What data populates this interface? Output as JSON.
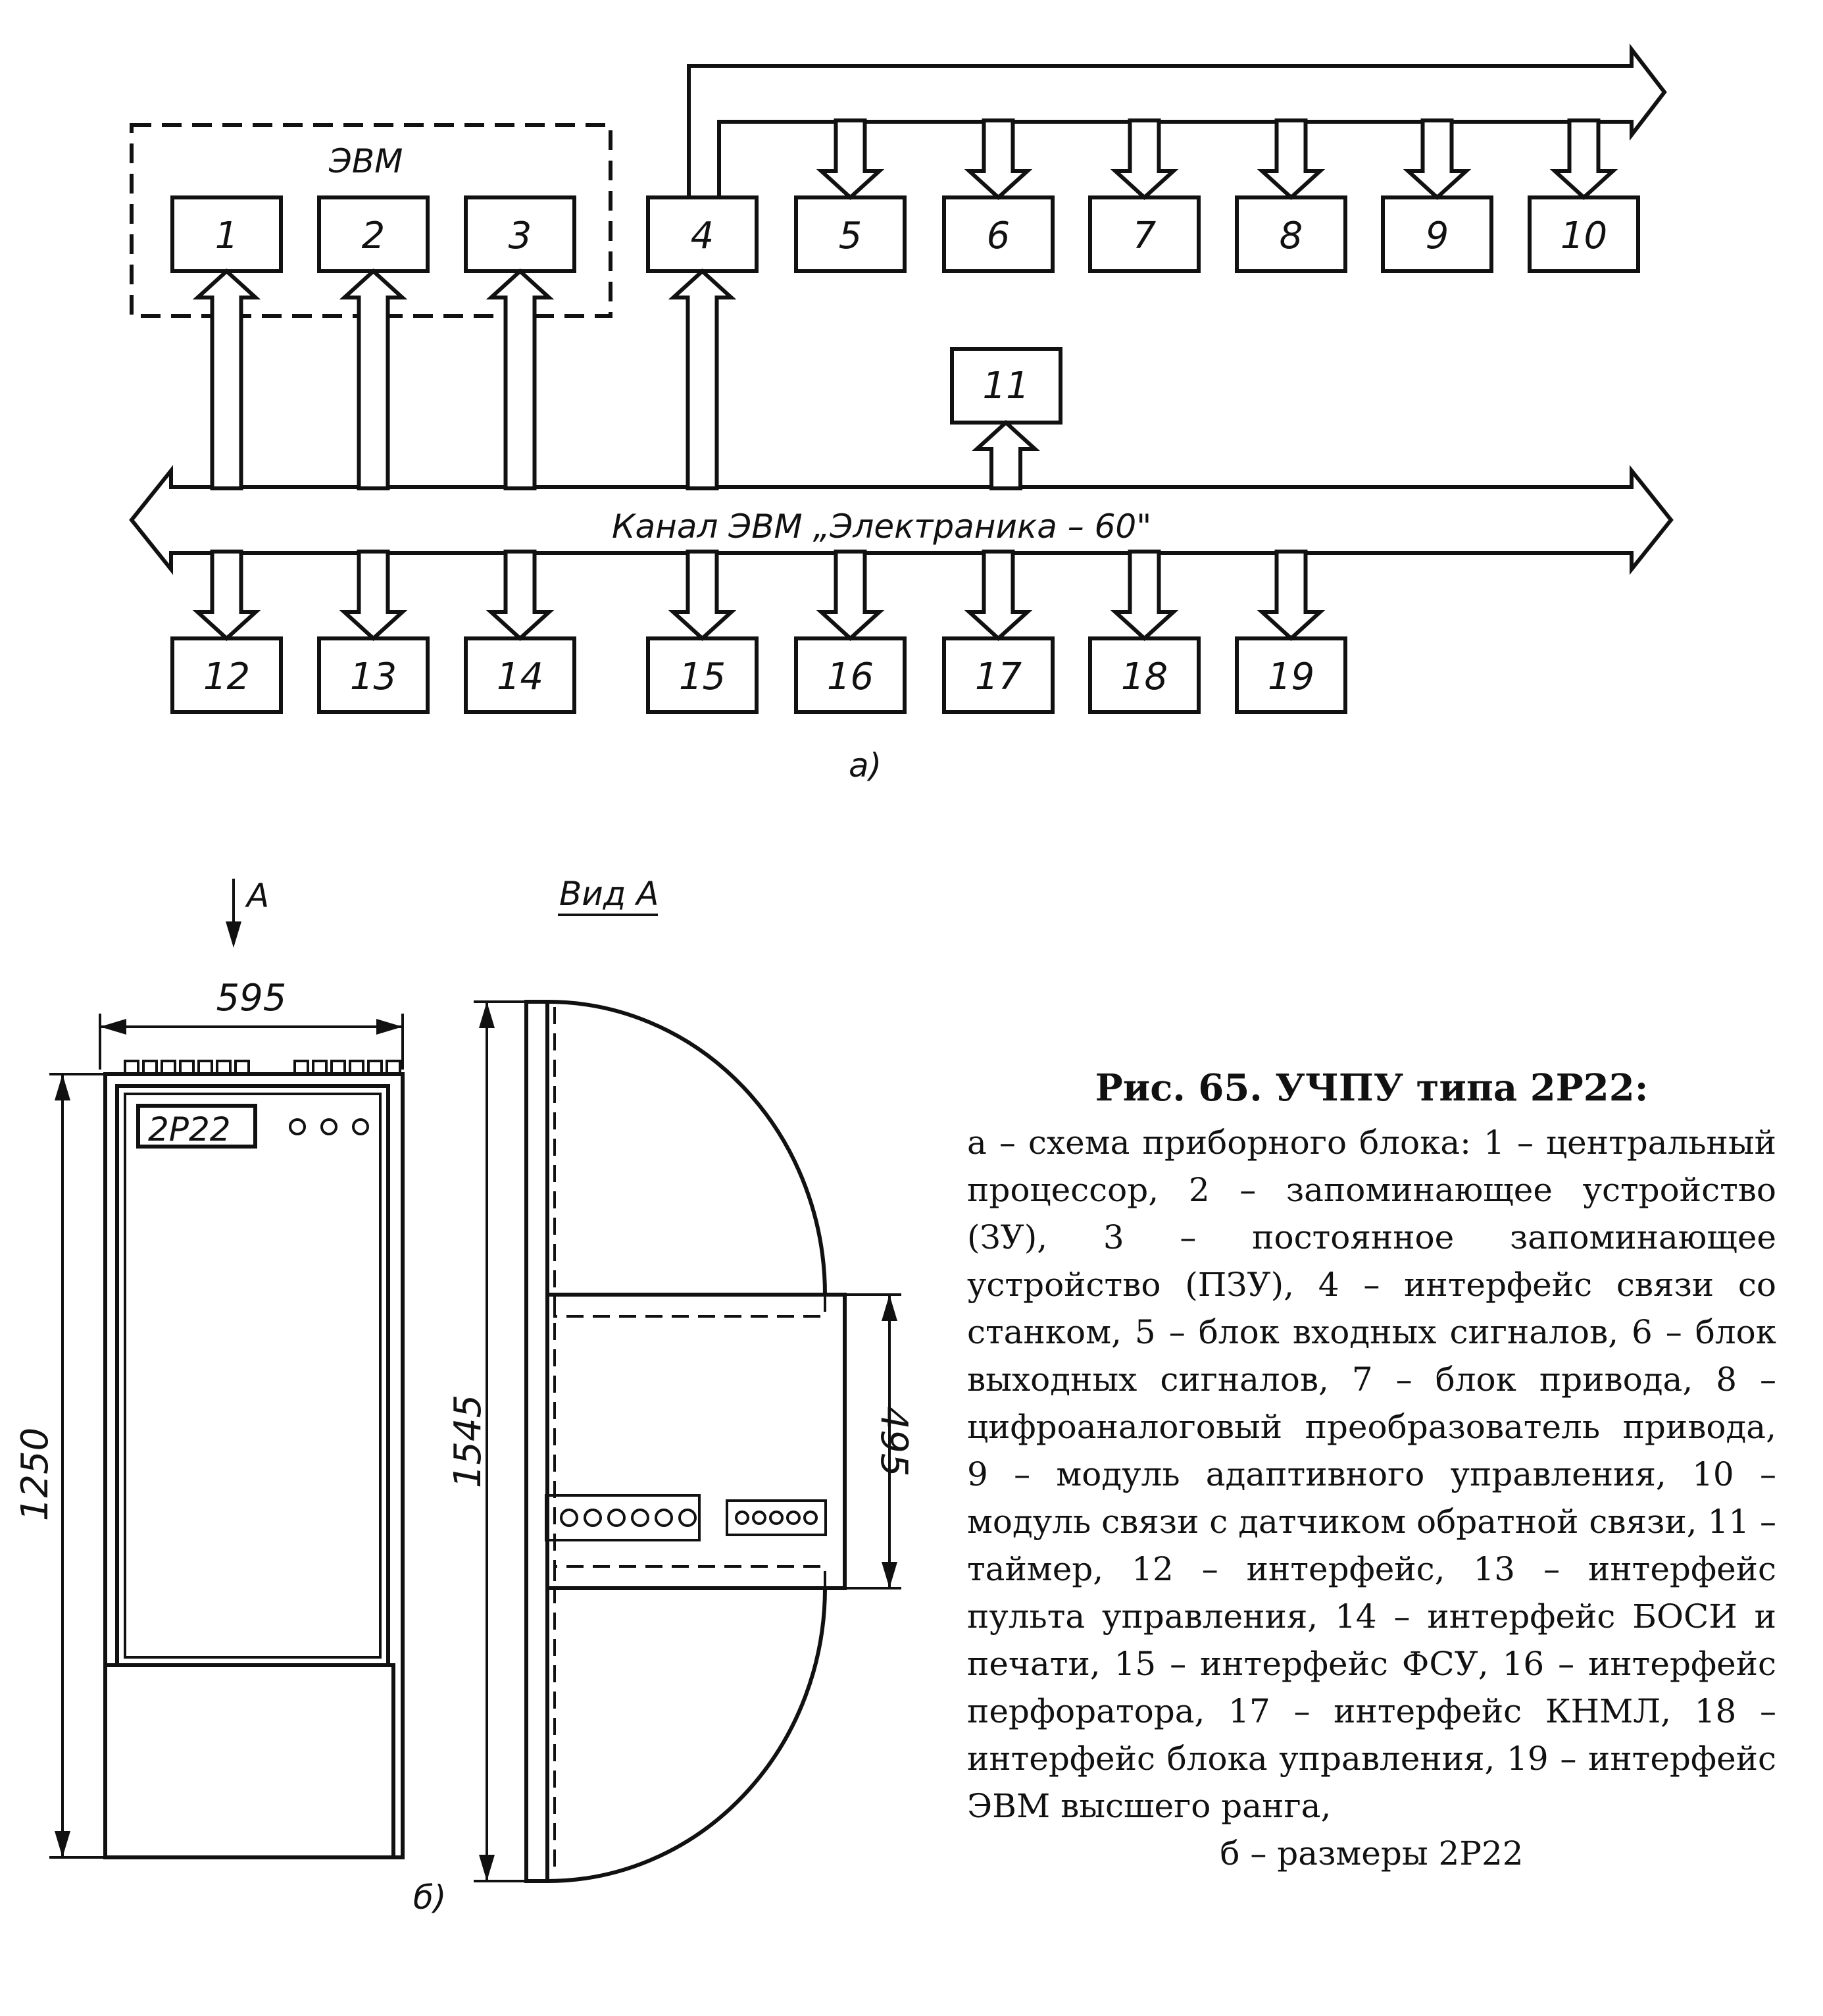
{
  "diagram_a": {
    "evm_label": "ЭВМ",
    "channel_label": "Канал ЭВМ „Электраника – 60\"",
    "sublabel": "а)",
    "top_blocks": [
      "1",
      "2",
      "3",
      "4",
      "5",
      "6",
      "7",
      "8",
      "9",
      "10"
    ],
    "timer_block": "11",
    "bottom_blocks": [
      "12",
      "13",
      "14",
      "15",
      "16",
      "17",
      "18",
      "19"
    ]
  },
  "diagram_b": {
    "arrow_label": "А",
    "view_label": "Вид А",
    "dim_width": "595",
    "dim_height": "1250",
    "dim_depth": "1545",
    "dim_door": "495",
    "panel_label": "2Р22",
    "sublabel": "б)"
  },
  "caption": {
    "title": "Рис. 65. УЧПУ типа 2Р22:",
    "body": "а – схема приборного блока: 1 – центральный процессор, 2 – запоминающее устройство (ЗУ), 3 – постоянное запоминающее устройство (ПЗУ), 4 – интерфейс связи со станком, 5 – блок входных сигналов, 6 – блок выходных сигналов, 7 – блок привода, 8 – цифроаналоговый преобразователь привода, 9 – модуль адаптивного управления, 10 – модуль связи с датчиком обратной связи, 11 – таймер, 12 – интерфейс, 13 – интерфейс пульта управления, 14 – интерфейс БОСИ и печати, 15 – интерфейс ФСУ, 16 – интерфейс перфоратора, 17 – интерфейс КНМЛ, 18 – интерфейс блока управления, 19 – интерфейс ЭВМ высшего ранга,",
    "tail": "б – размеры 2Р22"
  }
}
